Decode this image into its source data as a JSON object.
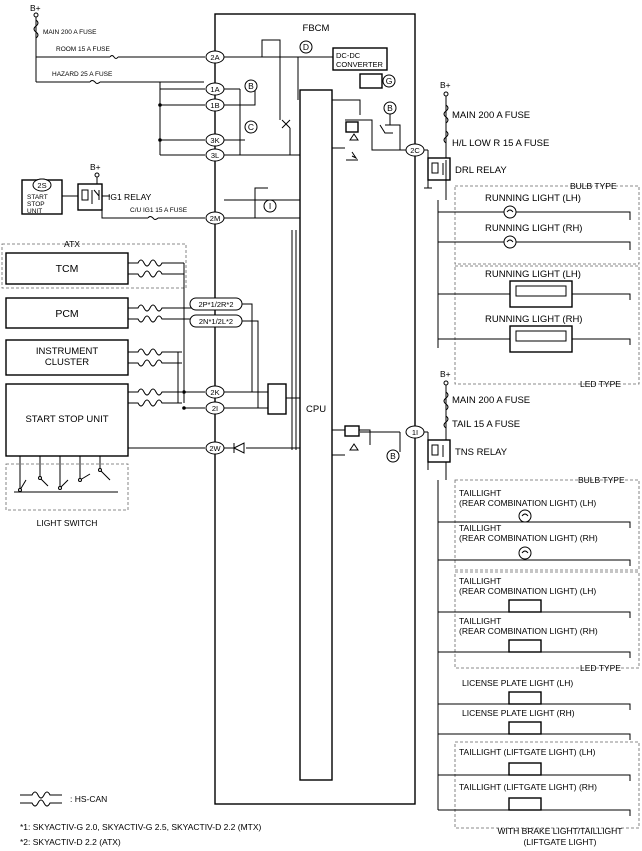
{
  "fbcm": {
    "title": "FBCM",
    "cpu": "CPU",
    "dcdc": [
      "DC-DC",
      "CONVERTER"
    ]
  },
  "supply": {
    "bplus": "B+",
    "main_fuse": "MAIN 200 A FUSE",
    "room_fuse": "ROOM 15 A FUSE",
    "hazard_fuse": "HAZARD 25 A FUSE",
    "ig1_relay": "IG1 RELAY",
    "cu_ig1_fuse": "C/U IG1 15 A FUSE"
  },
  "pins": {
    "p2A": "2A",
    "p1A": "1A",
    "p1B": "1B",
    "p3K": "3K",
    "p3L": "3L",
    "p2M": "2M",
    "p2P": "2P*1/2R*2",
    "p2N": "2N*1/2L*2",
    "p2K": "2K",
    "p2I": "2I",
    "p2W": "2W",
    "p2S": "2S",
    "p2C": "2C",
    "p1I": "1I"
  },
  "markers": {
    "B": "B",
    "C": "C",
    "D": "D",
    "G": "G",
    "I": "I"
  },
  "left": {
    "start_stop_small": [
      "START",
      "STOP",
      "UNIT"
    ],
    "atx": "ATX",
    "tcm": "TCM",
    "pcm": "PCM",
    "cluster": [
      "INSTRUMENT",
      "CLUSTER"
    ],
    "start_stop_unit": "START STOP UNIT",
    "light_switch": "LIGHT SWITCH"
  },
  "drl": {
    "bplus": "B+",
    "main_fuse": "MAIN 200 A FUSE",
    "hl_fuse": "H/L LOW R 15 A FUSE",
    "relay": "DRL RELAY",
    "bulb_type": "BULB TYPE",
    "led_type": "LED TYPE",
    "rl_lh": "RUNNING LIGHT (LH)",
    "rl_rh": "RUNNING LIGHT (RH)"
  },
  "tns": {
    "bplus": "B+",
    "main_fuse": "MAIN 200 A FUSE",
    "tail_fuse": "TAIL 15 A FUSE",
    "relay": "TNS RELAY",
    "bulb_type": "BULB TYPE",
    "led_type": "LED TYPE",
    "tail": "TAILLIGHT",
    "rcl_lh": "(REAR COMBINATION LIGHT) (LH)",
    "rcl_rh": "(REAR COMBINATION LIGHT) (RH)",
    "lic_lh": "LICENSE PLATE LIGHT (LH)",
    "lic_rh": "LICENSE PLATE LIGHT (RH)",
    "lg_lh": "TAILLIGHT (LIFTGATE LIGHT) (LH)",
    "lg_rh": "TAILLIGHT (LIFTGATE LIGHT) (RH)",
    "brake_group": [
      "WITH BRAKE LIGHT/TAILLIGHT",
      "(LIFTGATE LIGHT)"
    ]
  },
  "legend": {
    "hscan": ": HS-CAN",
    "note1": "*1: SKYACTIV-G 2.0, SKYACTIV-G 2.5, SKYACTIV-D 2.2 (MTX)",
    "note2": "*2: SKYACTIV-D 2.2 (ATX)"
  }
}
